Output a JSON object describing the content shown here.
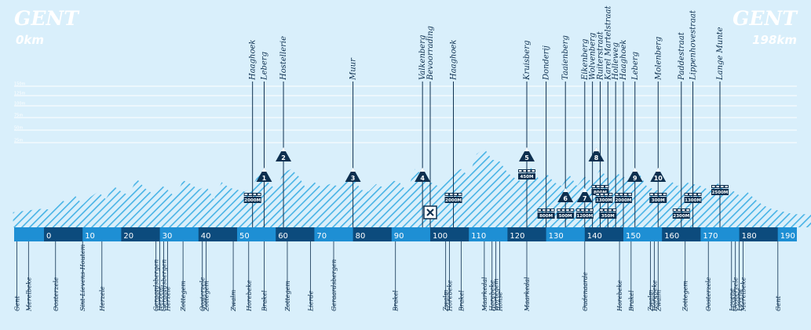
{
  "header": {
    "start_city": "GENT",
    "finish_city": "GENT",
    "start_km": "0km",
    "finish_km": "198km"
  },
  "colors": {
    "background": "#d9effb",
    "hatch": "#47b3e6",
    "bar_light": "#1e8fd4",
    "bar_dark": "#0c4b7d",
    "marker": "#0d2f4f",
    "text": "#ffffff"
  },
  "chart_data": {
    "type": "area",
    "title": "",
    "xlabel": "",
    "ylabel": "",
    "xlim": [
      -8,
      200
    ],
    "x_ticks": [
      0,
      10,
      20,
      30,
      40,
      50,
      60,
      70,
      80,
      90,
      100,
      110,
      120,
      130,
      140,
      150,
      160,
      170,
      180,
      190
    ],
    "altitude_labels": [
      "150m",
      "125m",
      "100m",
      "75m",
      "50m",
      "25m"
    ],
    "profile": {
      "x": [
        -8,
        0,
        2,
        4,
        6,
        8,
        10,
        12,
        14,
        16,
        18,
        20,
        22,
        24,
        26,
        28,
        30,
        32,
        34,
        36,
        38,
        40,
        42,
        44,
        46,
        48,
        50,
        52,
        54,
        56,
        57,
        58,
        60,
        62,
        64,
        66,
        68,
        70,
        72,
        74,
        76,
        78,
        80,
        82,
        84,
        86,
        88,
        90,
        92,
        94,
        96,
        98,
        100,
        102,
        104,
        106,
        108,
        110,
        112,
        114,
        116,
        118,
        120,
        122,
        124,
        126,
        128,
        130,
        132,
        134,
        136,
        138,
        140,
        142,
        144,
        146,
        148,
        150,
        152,
        154,
        156,
        158,
        160,
        162,
        164,
        166,
        168,
        170,
        172,
        174,
        176,
        178,
        180,
        182,
        184,
        186,
        188,
        190,
        192,
        194,
        196,
        198,
        200
      ],
      "y": [
        16,
        20,
        18,
        30,
        26,
        34,
        24,
        32,
        38,
        30,
        44,
        38,
        34,
        52,
        42,
        36,
        46,
        40,
        32,
        50,
        46,
        40,
        44,
        30,
        48,
        42,
        40,
        38,
        44,
        60,
        62,
        48,
        40,
        58,
        62,
        54,
        40,
        48,
        42,
        46,
        44,
        48,
        54,
        40,
        38,
        46,
        42,
        50,
        48,
        38,
        62,
        56,
        48,
        44,
        50,
        58,
        62,
        54,
        78,
        84,
        72,
        70,
        58,
        52,
        48,
        64,
        52,
        58,
        48,
        44,
        56,
        44,
        54,
        48,
        62,
        52,
        58,
        54,
        48,
        58,
        44,
        40,
        38,
        50,
        44,
        48,
        46,
        44,
        40,
        48,
        42,
        40,
        34,
        38,
        30,
        24,
        20,
        18,
        16,
        14,
        14,
        14,
        14
      ]
    },
    "climbs": [
      {
        "num": "1",
        "name": "Haaghoek",
        "name2": "Leberg",
        "km": 57
      },
      {
        "num": "2",
        "name": "Hostellerie",
        "km": 62
      },
      {
        "num": "3",
        "name": "Muur",
        "km": 80
      },
      {
        "num": "4",
        "name": "Valkenberg",
        "name2": "Bevoorrading",
        "km": 98
      },
      {
        "num": "5",
        "name": "Kruisberg",
        "km": 125
      },
      {
        "num": "6",
        "name": "Taaienberg",
        "km": 135
      },
      {
        "num": "7",
        "name": "Eikenberg",
        "km": 140
      },
      {
        "num": "8",
        "name": "Wolvenberg",
        "km": 143
      },
      {
        "num": "9",
        "name": "Leberg",
        "km": 153
      },
      {
        "num": "10",
        "name": "Molenberg",
        "km": 159
      }
    ],
    "cobbles": [
      {
        "km": 54,
        "len": "2000M",
        "level": 2
      },
      {
        "km": 106,
        "len": "2000M",
        "level": 2
      },
      {
        "km": 125,
        "len": "450M",
        "level": 0
      },
      {
        "km": 130,
        "len": "800M",
        "level": 3
      },
      {
        "km": 135,
        "len": "500M",
        "level": 3
      },
      {
        "km": 140,
        "len": "1200M",
        "level": 3
      },
      {
        "km": 144,
        "len": "800M",
        "level": 1
      },
      {
        "km": 145,
        "len": "1300M",
        "level": 2
      },
      {
        "km": 146,
        "len": "350M",
        "level": 3
      },
      {
        "km": 150,
        "len": "2000M",
        "level": 2
      },
      {
        "km": 159,
        "len": "300M",
        "level": 2
      },
      {
        "km": 165,
        "len": "2300M",
        "level": 3
      },
      {
        "km": 168,
        "len": "1300M",
        "level": 2
      },
      {
        "km": 175,
        "len": "2500M",
        "level": 1
      }
    ],
    "top_labels": [
      {
        "km": 54,
        "text": "Haaghoek"
      },
      {
        "km": 57,
        "text": "Leberg"
      },
      {
        "km": 62,
        "text": "Hostellerie"
      },
      {
        "km": 80,
        "text": "Muur"
      },
      {
        "km": 98,
        "text": "Valkenberg"
      },
      {
        "km": 100,
        "text": "Bevoorrading"
      },
      {
        "km": 106,
        "text": "Haaghoek"
      },
      {
        "km": 125,
        "text": "Kruisberg"
      },
      {
        "km": 130,
        "text": "Donderij"
      },
      {
        "km": 135,
        "text": "Taaienberg"
      },
      {
        "km": 140,
        "text": "Eikenberg"
      },
      {
        "km": 142,
        "text": "Wolvenberg"
      },
      {
        "km": 144,
        "text": "Ruiterstraat"
      },
      {
        "km": 146,
        "text": "Karel Martelstraat"
      },
      {
        "km": 148,
        "text": "Holleweg"
      },
      {
        "km": 150,
        "text": "Haaghoek"
      },
      {
        "km": 153,
        "text": "Leberg"
      },
      {
        "km": 159,
        "text": "Molenberg"
      },
      {
        "km": 165,
        "text": "Paddestraat"
      },
      {
        "km": 168,
        "text": "Lippenhovestraat"
      },
      {
        "km": 175,
        "text": "Lange Munte"
      }
    ],
    "feed_zone_km": 100,
    "towns": [
      {
        "km": -7,
        "text": "Gent"
      },
      {
        "km": -4,
        "text": "Merelbeke"
      },
      {
        "km": 3,
        "text": "Oosterzele"
      },
      {
        "km": 10,
        "text": "Sint-Lievens-Houtem"
      },
      {
        "km": 15,
        "text": "Herzele"
      },
      {
        "km": 29,
        "text": "Geraardsbergen"
      },
      {
        "km": 30,
        "text": "Herzele"
      },
      {
        "km": 31,
        "text": "Geraardsbergen"
      },
      {
        "km": 32,
        "text": "Herzele"
      },
      {
        "km": 36,
        "text": "Zottegem"
      },
      {
        "km": 41,
        "text": "Oosterzele"
      },
      {
        "km": 42,
        "text": "Zottegem"
      },
      {
        "km": 49,
        "text": "Zwalm"
      },
      {
        "km": 53,
        "text": "Horebeke"
      },
      {
        "km": 57,
        "text": "Brakel"
      },
      {
        "km": 63,
        "text": "Zottegem"
      },
      {
        "km": 69,
        "text": "Lierde"
      },
      {
        "km": 75,
        "text": "Geraardsbergen"
      },
      {
        "km": 91,
        "text": "Brakel"
      },
      {
        "km": 104,
        "text": "Zwalm"
      },
      {
        "km": 105,
        "text": "Horebeke"
      },
      {
        "km": 108,
        "text": "Brakel"
      },
      {
        "km": 114,
        "text": "Maarkedal"
      },
      {
        "km": 116,
        "text": "Horebeke"
      },
      {
        "km": 117,
        "text": "Wortegem"
      },
      {
        "km": 118,
        "text": "Ronse"
      },
      {
        "km": 125,
        "text": "Maarkedal"
      },
      {
        "km": 140,
        "text": "Oudenaarde"
      },
      {
        "km": 149,
        "text": "Horebeke"
      },
      {
        "km": 152,
        "text": "Brakel"
      },
      {
        "km": 157,
        "text": "Zwalm"
      },
      {
        "km": 158,
        "text": "Horebeke"
      },
      {
        "km": 159,
        "text": "Zwalm"
      },
      {
        "km": 166,
        "text": "Zottegem"
      },
      {
        "km": 172,
        "text": "Oosterzele"
      },
      {
        "km": 178,
        "text": "Lovene"
      },
      {
        "km": 179,
        "text": "Oosterzele"
      },
      {
        "km": 180,
        "text": "Lovene"
      },
      {
        "km": 181,
        "text": "Merelbeke"
      },
      {
        "km": 190,
        "text": "Gent"
      }
    ]
  }
}
